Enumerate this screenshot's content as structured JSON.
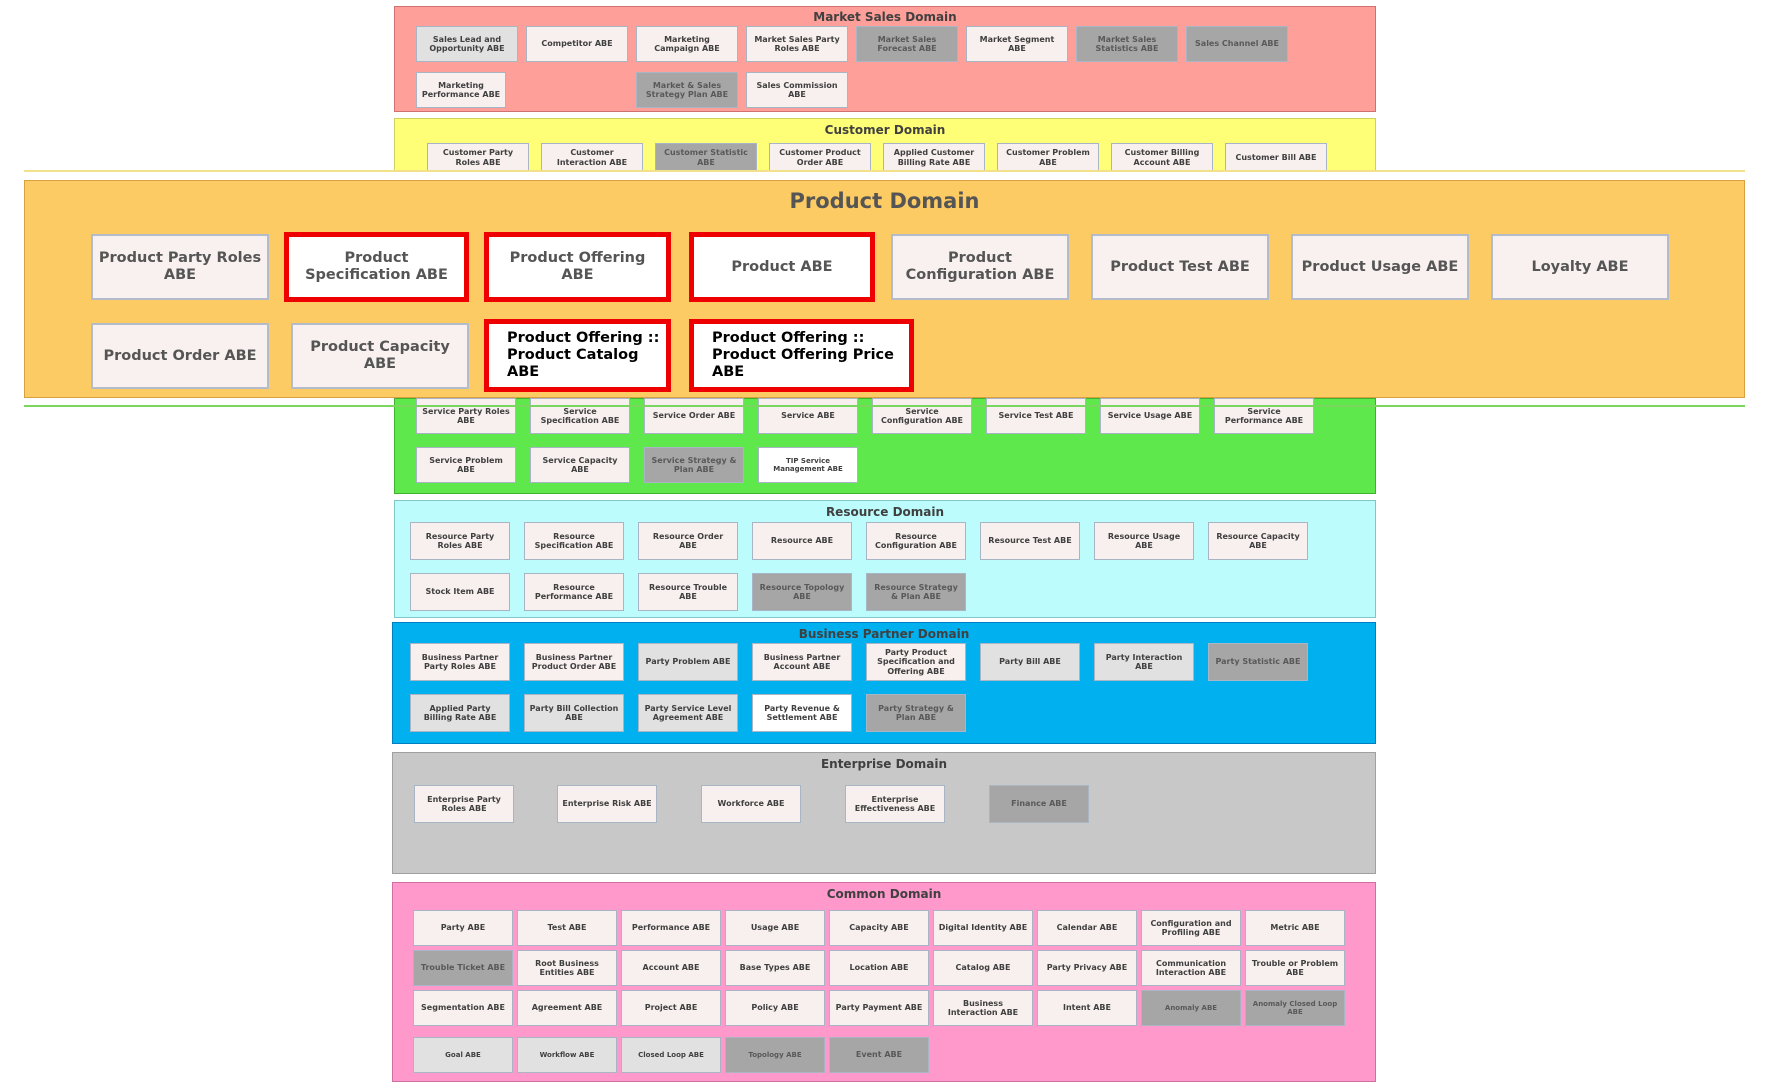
{
  "domains": {
    "market": {
      "title": "Market Sales Domain",
      "abes": [
        "Sales Lead and Opportunity ABE",
        "Competitor ABE",
        "Marketing Campaign ABE",
        "Market Sales Party Roles ABE",
        "Market Sales Forecast ABE",
        "Market Segment ABE",
        "Market Sales Statistics ABE",
        "Sales Channel ABE",
        "Marketing Performance ABE",
        "Market & Sales Strategy Plan ABE",
        "Sales Commission ABE"
      ]
    },
    "customer": {
      "title": "Customer Domain",
      "abes": [
        "Customer Party Roles ABE",
        "Customer Interaction ABE",
        "Customer Statistic ABE",
        "Customer Product Order ABE",
        "Applied Customer Billing Rate ABE",
        "Customer Problem ABE",
        "Customer Billing Account ABE",
        "Customer Bill ABE"
      ]
    },
    "product": {
      "title": "Product Domain",
      "abes": [
        "Product Party Roles ABE",
        "Product Specification ABE",
        "Product Offering ABE",
        "Product ABE",
        "Product Configuration ABE",
        "Product Test ABE",
        "Product Usage ABE",
        "Loyalty ABE",
        "Product Order ABE",
        "Product Capacity ABE",
        "Product Offering :: Product Catalog ABE",
        "Product Offering :: Product Offering Price ABE"
      ]
    },
    "service": {
      "abes": [
        "Service Party Roles ABE",
        "Service Specification ABE",
        "Service Order ABE",
        "Service ABE",
        "Service Configuration ABE",
        "Service Test ABE",
        "Service Usage ABE",
        "Service Performance ABE",
        "Service Problem ABE",
        "Service Capacity ABE",
        "Service Strategy & Plan ABE",
        "TIP Service Management ABE"
      ]
    },
    "resource": {
      "title": "Resource Domain",
      "abes": [
        "Resource Party Roles ABE",
        "Resource Specification ABE",
        "Resource Order ABE",
        "Resource ABE",
        "Resource Configuration ABE",
        "Resource Test ABE",
        "Resource Usage ABE",
        "Resource Capacity ABE",
        "Stock Item ABE",
        "Resource Performance ABE",
        "Resource Trouble ABE",
        "Resource Topology ABE",
        "Resource Strategy & Plan ABE"
      ]
    },
    "partner": {
      "title": "Business Partner Domain",
      "abes": [
        "Business Partner Party Roles ABE",
        "Business Partner Product Order ABE",
        "Party Problem ABE",
        "Business Partner Account ABE",
        "Party Product Specification and Offering ABE",
        "Party Bill ABE",
        "Party Interaction ABE",
        "Party Statistic ABE",
        "Applied Party Billing Rate ABE",
        "Party Bill Collection ABE",
        "Party Service Level Agreement ABE",
        "Party Revenue & Settlement ABE",
        "Party Strategy & Plan ABE"
      ]
    },
    "enterprise": {
      "title": "Enterprise Domain",
      "abes": [
        "Enterprise Party Roles ABE",
        "Enterprise Risk ABE",
        "Workforce ABE",
        "Enterprise Effectiveness ABE",
        "Finance ABE"
      ]
    },
    "common": {
      "title": "Common Domain",
      "abes": [
        "Party ABE",
        "Test ABE",
        "Performance ABE",
        "Usage ABE",
        "Capacity ABE",
        "Digital Identity ABE",
        "Calendar ABE",
        "Configuration and Profiling ABE",
        "Metric ABE",
        "Trouble Ticket ABE",
        "Root Business Entities ABE",
        "Account ABE",
        "Base Types ABE",
        "Location ABE",
        "Catalog ABE",
        "Party Privacy ABE",
        "Communication Interaction ABE",
        "Trouble or Problem ABE",
        "Segmentation ABE",
        "Agreement ABE",
        "Project ABE",
        "Policy ABE",
        "Party Payment ABE",
        "Business Interaction ABE",
        "Intent ABE",
        "Anomaly ABE",
        "Anomaly Closed Loop ABE",
        "Goal ABE",
        "Workflow ABE",
        "Closed Loop ABE",
        "Topology ABE",
        "Event ABE"
      ]
    }
  },
  "colors": {
    "market": "#ff9f99",
    "customer": "#ffff77",
    "product": "#fccb63",
    "service": "#5ee84b",
    "resource": "#bcfcfc",
    "partner": "#00b0ef",
    "enterprise": "#c8c8c8",
    "common": "#ff99cc",
    "highlight": "#ee0000"
  }
}
